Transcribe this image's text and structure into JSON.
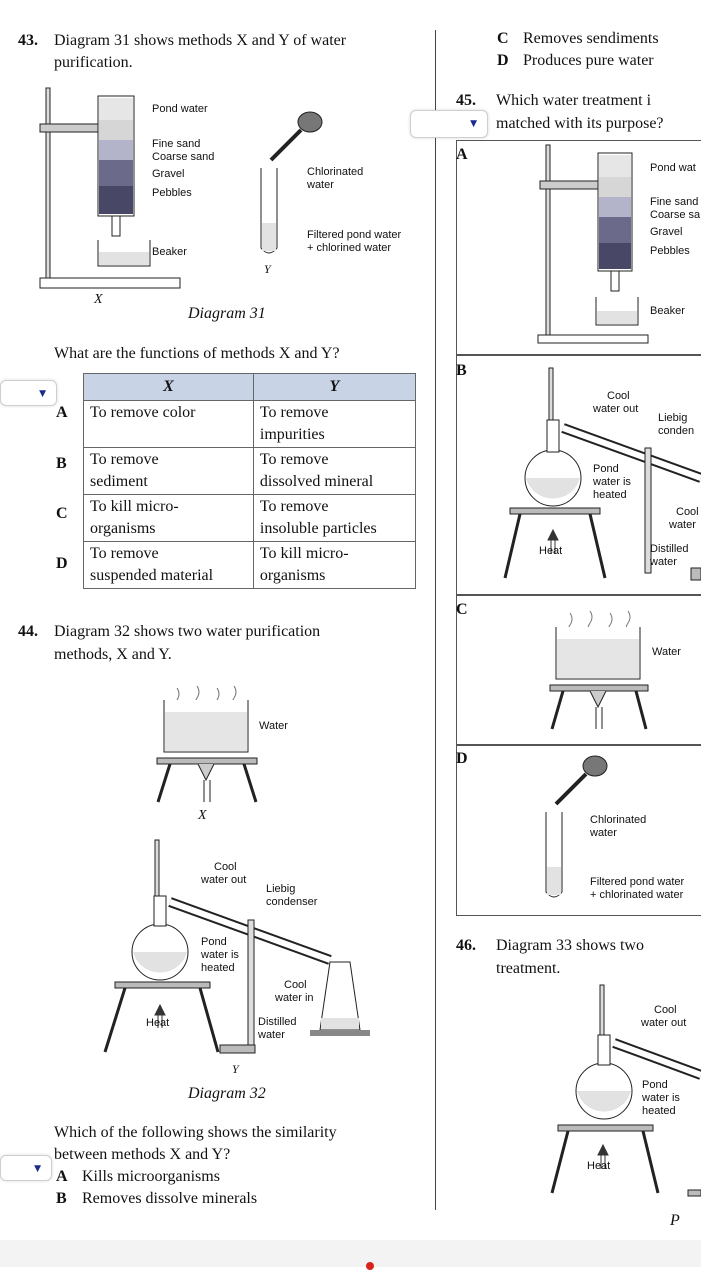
{
  "q43": {
    "number": "43.",
    "line1": "Diagram 31 shows methods X and Y of water",
    "line2": "purification.",
    "labels_x": [
      "Pond water",
      "Fine sand",
      "Coarse sand",
      "Gravel",
      "Pebbles",
      "Beaker"
    ],
    "x_label": "X",
    "labels_y": [
      "Chlorinated",
      "water",
      "Filtered pond water",
      "+ chlorined water"
    ],
    "y_label": "Y",
    "caption": "Diagram 31",
    "question": "What are the functions of methods X and Y?",
    "table": {
      "headers": [
        "X",
        "Y"
      ],
      "rows": [
        {
          "letter": "A",
          "x": [
            "To remove color"
          ],
          "y": [
            "To remove",
            "impurities"
          ]
        },
        {
          "letter": "B",
          "x": [
            "To remove",
            "sediment"
          ],
          "y": [
            "To remove",
            "dissolved mineral"
          ]
        },
        {
          "letter": "C",
          "x": [
            "To kill micro-",
            "organisms"
          ],
          "y": [
            "To remove",
            "insoluble particles"
          ]
        },
        {
          "letter": "D",
          "x": [
            "To remove",
            "suspended material"
          ],
          "y": [
            "To kill micro-",
            "organisms"
          ]
        }
      ]
    }
  },
  "q44": {
    "number": "44.",
    "line1": "Diagram 32 shows two water purification",
    "line2": "methods, X and Y.",
    "water_label": "Water",
    "x_label": "X",
    "distill_labels": [
      "Cool",
      "water out",
      "Liebig",
      "condenser",
      "Pond",
      "water is",
      "heated",
      "Cool",
      "water in",
      "Heat",
      "Distilled",
      "water"
    ],
    "y_label": "Y",
    "caption": "Diagram 32",
    "question_line1": "Which of the following shows the similarity",
    "question_line2": "between methods X and Y?",
    "options": [
      {
        "letter": "A",
        "text": "Kills microorganisms"
      },
      {
        "letter": "B",
        "text": "Removes dissolve minerals"
      }
    ]
  },
  "q44_cont": {
    "options": [
      {
        "letter": "C",
        "text": "Removes sendiments"
      },
      {
        "letter": "D",
        "text": "Produces pure water"
      }
    ]
  },
  "q45": {
    "number": "45.",
    "line1": "Which water treatment i",
    "line2": "matched with its purpose?",
    "option_letters": [
      "A",
      "B",
      "C",
      "D"
    ],
    "a_labels": [
      "Pond wat",
      "Fine sand",
      "Coarse sa",
      "Gravel",
      "Pebbles",
      "Beaker"
    ],
    "b_labels": [
      "Cool",
      "water out",
      "Liebig",
      "conden",
      "Pond",
      "water is",
      "heated",
      "Cool",
      "water",
      "Heat",
      "Distilled",
      "water"
    ],
    "c_labels": [
      "Water"
    ],
    "d_labels": [
      "Chlorinated",
      "water",
      "Filtered pond water",
      "+ chlorinated water"
    ]
  },
  "q46": {
    "number": "46.",
    "line1": "Diagram 33 shows two",
    "line2": "treatment.",
    "labels": [
      "Cool",
      "water out",
      "Pond",
      "water is",
      "heated",
      "Heat"
    ],
    "p_label": "P"
  },
  "colors": {
    "table_header": "#c8d3e6",
    "dropdown_arrow": "#1b2a8c",
    "red_dot": "#d9241c"
  }
}
